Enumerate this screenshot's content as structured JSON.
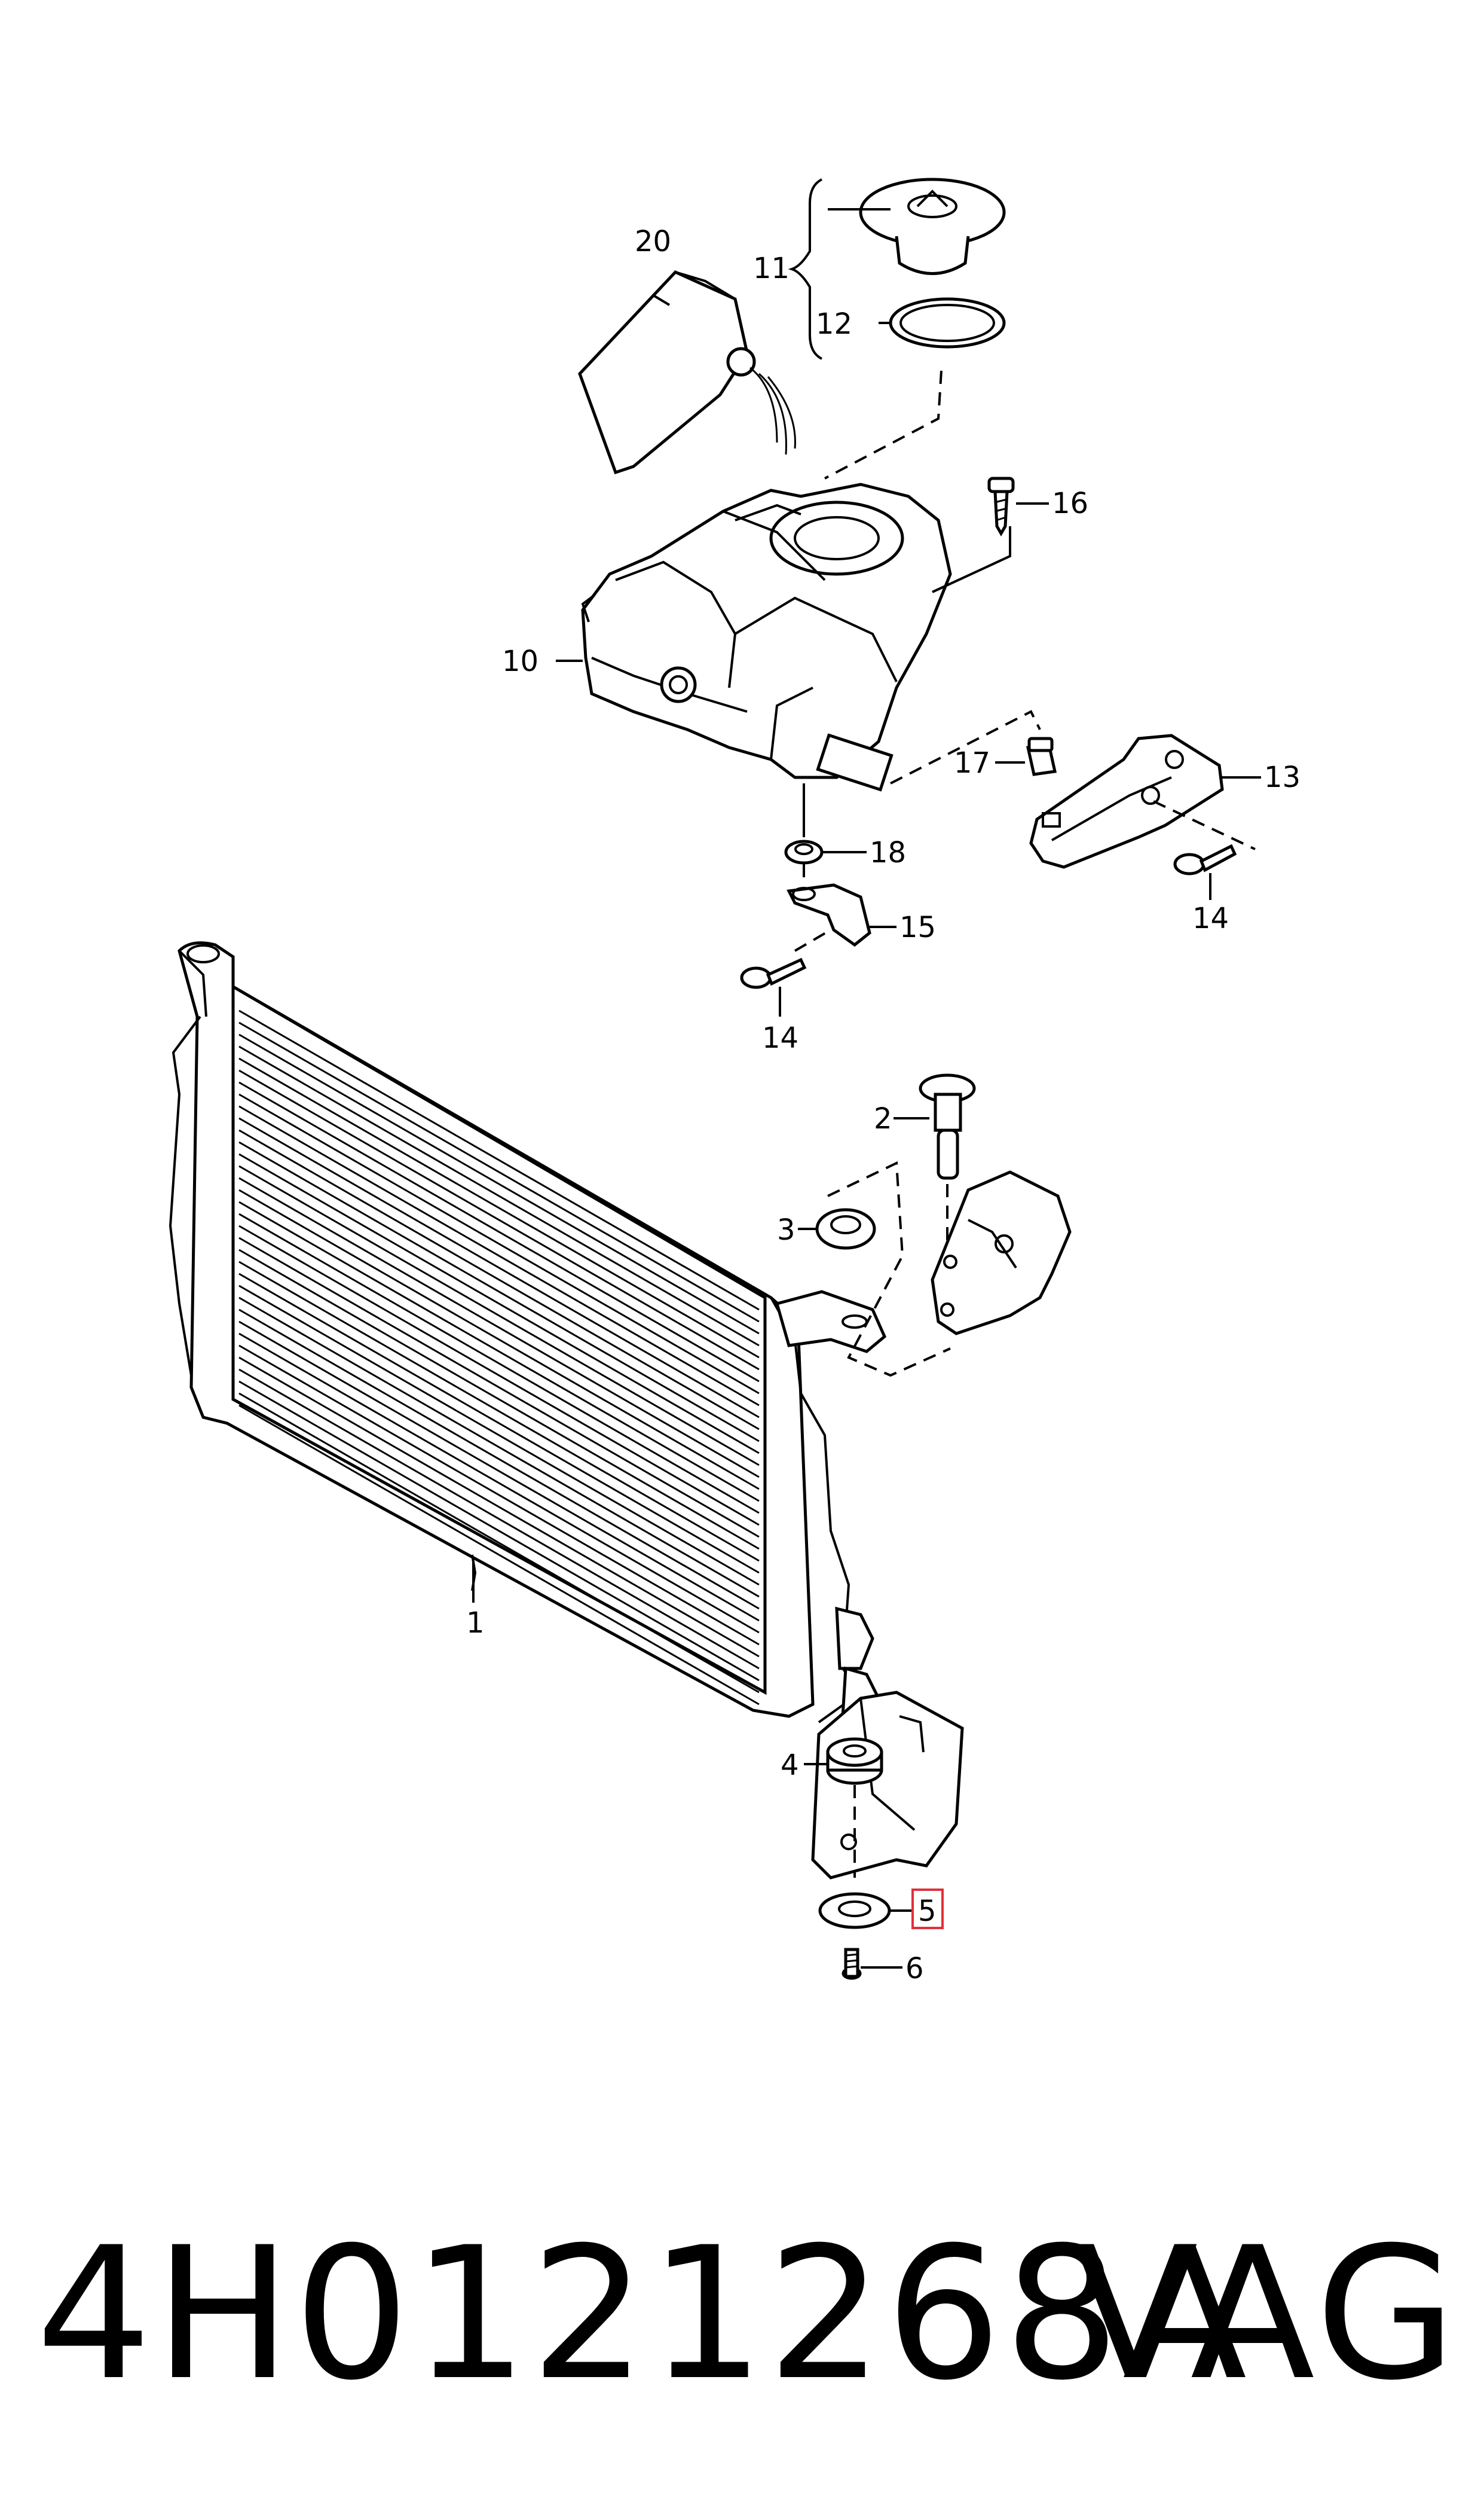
{
  "labels": {
    "l1": "1",
    "l2": "2",
    "l3": "3",
    "l4": "4",
    "l5": "5",
    "l6": "6",
    "l10": "10",
    "l11": "11",
    "l12": "12",
    "l13": "13",
    "l14a": "14",
    "l14b": "14",
    "l15": "15",
    "l16": "16",
    "l17": "17",
    "l18": "18",
    "l20": "20"
  },
  "highlight_label": "5",
  "highlight_color": "#e0303a",
  "footer": {
    "part_number": "4H0121268A",
    "brand": "VAG"
  }
}
